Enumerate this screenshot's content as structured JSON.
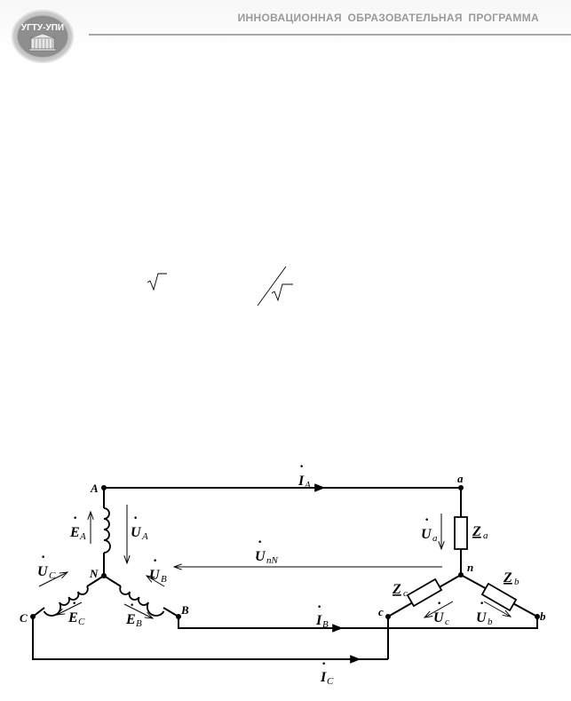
{
  "header": {
    "title": "ИННОВАЦИОННАЯ ОБРАЗОВАТЕЛЬНАЯ ПРОГРАММА",
    "logo_text": "УГТУ-УПИ"
  },
  "diagram": {
    "nodes": {
      "A": "A",
      "B": "B",
      "C": "C",
      "N": "N",
      "a": "a",
      "b": "b",
      "c": "c",
      "n": "n"
    },
    "quantities": {
      "I_A": {
        "sym": "I",
        "sub": "A"
      },
      "I_B": {
        "sym": "I",
        "sub": "B"
      },
      "I_C": {
        "sym": "I",
        "sub": "C"
      },
      "U_nN": {
        "sym": "U",
        "sub": "nN"
      },
      "E_A": {
        "sym": "E",
        "sub": "A"
      },
      "E_B": {
        "sym": "E",
        "sub": "B"
      },
      "E_C": {
        "sym": "E",
        "sub": "C"
      },
      "U_A": {
        "sym": "U",
        "sub": "A"
      },
      "U_B": {
        "sym": "U",
        "sub": "B"
      },
      "U_C": {
        "sym": "U",
        "sub": "C"
      },
      "U_a": {
        "sym": "U",
        "sub": "a"
      },
      "U_b": {
        "sym": "U",
        "sub": "b"
      },
      "U_c": {
        "sym": "U",
        "sub": "c"
      },
      "Z_a": {
        "sym": "Z",
        "sub": "a"
      },
      "Z_b": {
        "sym": "Z",
        "sub": "b"
      },
      "Z_c": {
        "sym": "Z",
        "sub": "c"
      }
    },
    "colors": {
      "wire": "#000000",
      "fill": "#ffffff"
    }
  }
}
